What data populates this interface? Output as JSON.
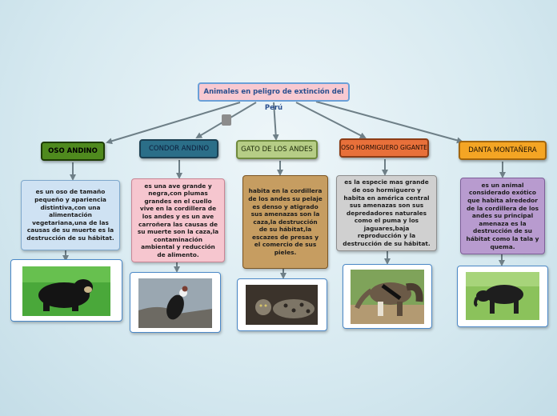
{
  "root": {
    "title": "Animales en peligro de extinción del Perú"
  },
  "topics": [
    {
      "label": "OSO ANDINO",
      "description": "es un oso de tamaño pequeño y apariencia distintiva,con una alimentación vegetariana,una de las causas de su muerte es la destrucción de su hábitat.",
      "image": "spectacled-bear-image"
    },
    {
      "label": "CONDOR ANDINO",
      "description": "es una ave grande y negra,con plumas grandes en el cuello vive en la cordillera de los andes y es un ave carroñera las causas de su muerte son la caza,la   contaminación ambiental y reducción de alimento.",
      "image": "andean-condor-image"
    },
    {
      "label": "GATO DE LOS ANDES",
      "description": "habita en la cordillera de los andes su pelaje es denso y atigrado sus amenazas son la caza,la destrucción de su hábitat,la escazes de presas y el comercio de sus pieles.",
      "image": "andean-cat-image"
    },
    {
      "label": "OSO HORMIGUERO GIGANTE",
      "description": "es la especie mas grande de oso hormiguero y habita en américa central sus amenazas son sus depredadores naturales como el puma y los jaguares,baja reproducción y la destrucción de su hábitat.",
      "image": "giant-anteater-image"
    },
    {
      "label": "DANTA MONTAÑERA",
      "description": "es un animal considerado exótico que habita alrededor de la cordillera de los andes su principal amenaza es la destrucción de su hábitat como la tala y quema.",
      "image": "mountain-tapir-image"
    }
  ],
  "colors": {
    "connector": "#6e7f87",
    "image_border": "#4b88c7"
  }
}
